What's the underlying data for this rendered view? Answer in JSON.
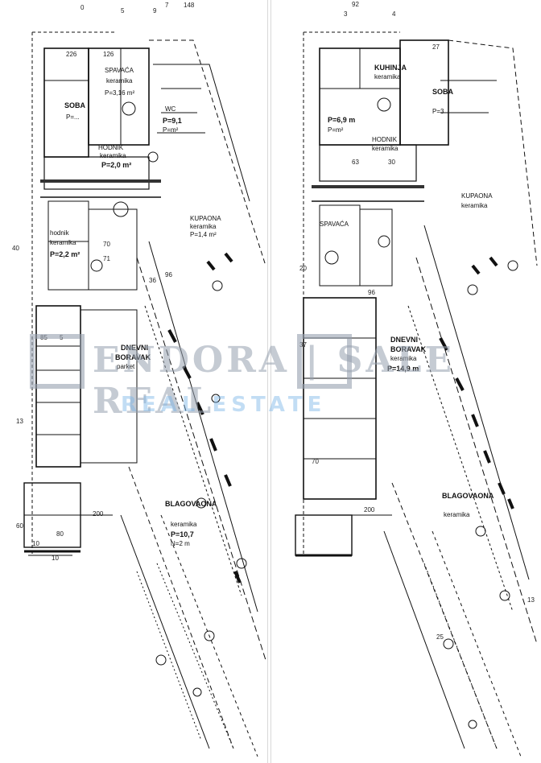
{
  "left_sheet": {
    "top_dims": [
      "0",
      "5",
      "9",
      "7",
      "148"
    ],
    "labels": {
      "l_226": "226",
      "l_126": "126",
      "l_spavaca": "SPAVAĆA",
      "l_keramika": "keramika",
      "l_p316": "P=3,16 m²",
      "l_soba": "SOBA",
      "l_soba_p": "P=...",
      "l_wc": "WC",
      "l_p91": "P=9,1",
      "l_pm2": "P=m²",
      "l_hodnik": "HODNIK",
      "l_hodnik_ker": "keramika",
      "l_p20": "P=2,0 m²",
      "l_kupaona": "KUPAONA",
      "l_kupaona_ker": "keramika",
      "l_p14": "P=1,4 m²",
      "l_hodnik2": "hodnik",
      "l_ker2": "keramika",
      "l_p22": "P=2,2 m²",
      "l_dnevni": "DNEVNI",
      "l_boravak": "BORAVAK",
      "l_parket": "parket",
      "l_blagovaona": "BLAGOVAONA",
      "l_keramika3": "keramika",
      "l_p107": "P=10,7",
      "l_n2": "N=2 m",
      "l_d85": "85",
      "l_d5": "5",
      "l_d10": "10",
      "l_d13": "13",
      "l_d200": "200",
      "l_d60": "60",
      "l_d40": "40",
      "l_d96": "96",
      "l_d36": "36",
      "l_d70": "70",
      "l_d71": "71",
      "l_d80": "80",
      "l_d10b": "10"
    }
  },
  "right_sheet": {
    "top_dims": [
      "92",
      "3",
      "4"
    ],
    "labels": {
      "r_kuhinja": "KUHINJA",
      "r_ker": "keramika",
      "r_soba": "SOBA",
      "r_p69": "P=6,9 m",
      "r_pm2": "P=m²",
      "r_p3": "P=3",
      "r_hodnik": "HODNIK",
      "r_hodnik_ker": "keramika",
      "r_kupaona": "KUPAONA",
      "r_kup_ker": "keramika",
      "r_spavaca": "SPAVAĆA",
      "r_dnevni": "DNEVNI",
      "r_boravak": "BORAVAK",
      "r_keramika": "keramika",
      "r_p149": "P=14,9 m",
      "r_blagovaona": "BLAGOVAONA",
      "r_ker3": "keramika",
      "r_d27": "27",
      "r_d63": "63",
      "r_d30": "30",
      "r_d200": "200",
      "r_d25": "25",
      "r_d13": "13",
      "r_d96": "96",
      "r_d70": "70",
      "r_d20": "20",
      "r_d37": "37"
    }
  },
  "watermark": {
    "text": "ENDORA | SALE REAL",
    "sub": "REAL ESTATE"
  },
  "colors": {
    "ink": "#111111",
    "watermark": "#9aa0aa",
    "watermark_sub": "#78b4e6"
  }
}
